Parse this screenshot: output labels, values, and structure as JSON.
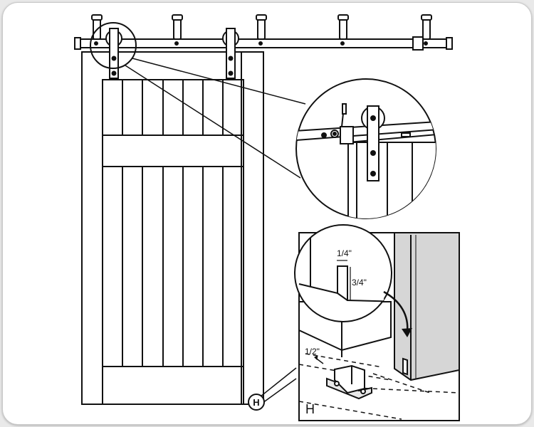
{
  "diagram": {
    "labels": {
      "notch_width": "1/4\"",
      "notch_depth": "3/4\"",
      "floor_offset": "1/2\"",
      "guide_part": "H",
      "callout_badge": "H"
    },
    "colors": {
      "line": "#111111",
      "paper": "#ffffff",
      "wall_fill": "#e9e9e9",
      "door_gray": "#d6d6d6"
    }
  }
}
